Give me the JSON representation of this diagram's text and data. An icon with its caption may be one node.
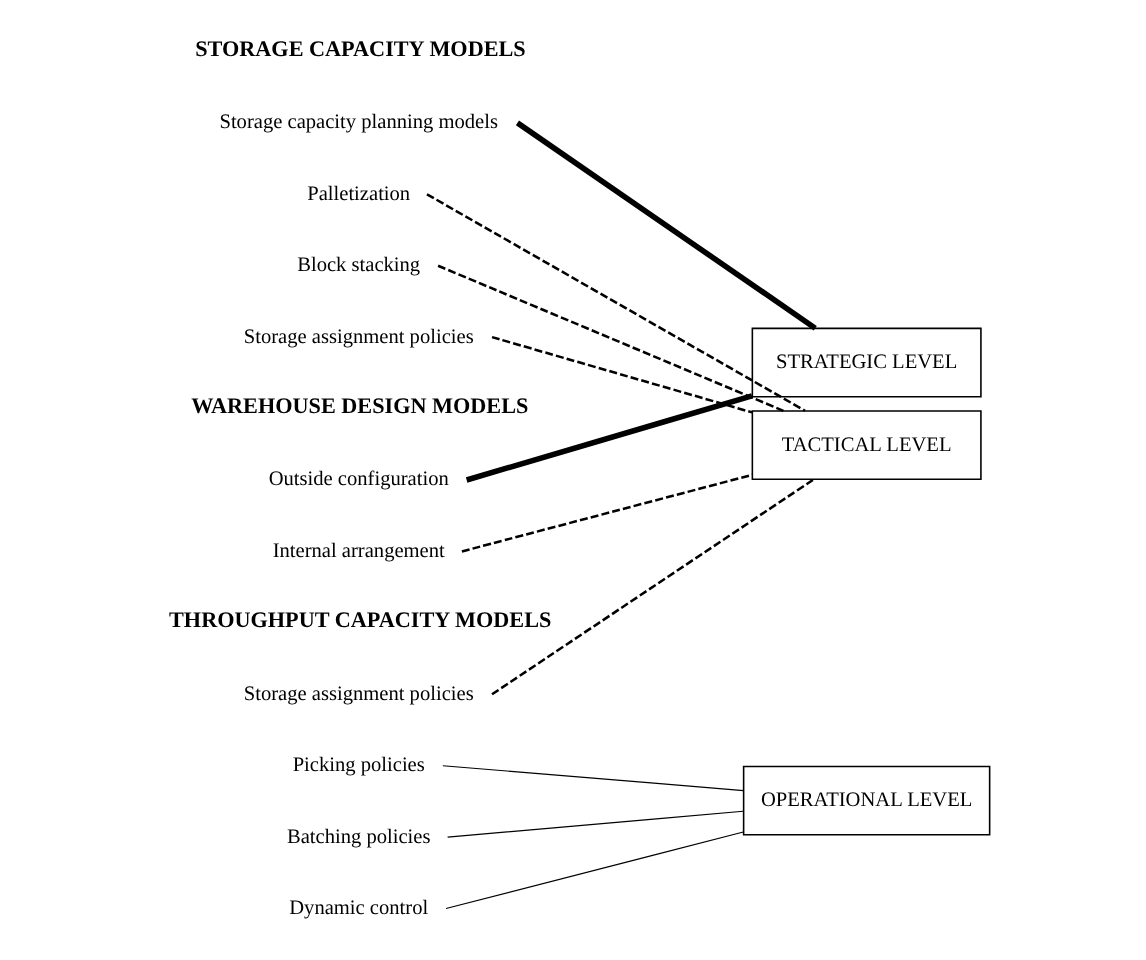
{
  "diagram": {
    "nodes": [
      {
        "text": [
          "Storage capacity planning models"
        ]
      },
      {
        "text": [
          "Palletization"
        ]
      },
      {
        "text": [
          "Block stacking"
        ]
      },
      {
        "text": [
          "Storage assignment policies"
        ]
      },
      {
        "text": [
          "Outside configuration"
        ]
      },
      {
        "text": [
          "Internal arrangement"
        ]
      },
      {
        "text": [
          "Storage assignment policies"
        ]
      },
      {
        "text": [
          "Picking policies"
        ]
      },
      {
        "text": [
          "Batching policies"
        ]
      },
      {
        "text": [
          "Dynamic control"
        ]
      },
      {
        "text": [
          "STRATEGIC LEVEL"
        ]
      },
      {
        "text": [
          "TACTICAL LEVEL"
        ]
      },
      {
        "text": [
          "OPERATIONAL LEVEL"
        ]
      }
    ],
    "edges": [
      {
        "from": 0,
        "to": 10,
        "arrow": "none",
        "style": "thick"
      },
      {
        "from": 1,
        "to": 11,
        "arrow": "none",
        "style": "dashed"
      },
      {
        "from": 2,
        "to": 11,
        "arrow": "none",
        "style": "dashed"
      },
      {
        "from": 3,
        "to": 11,
        "arrow": "none",
        "style": "dashed"
      },
      {
        "from": 4,
        "to": 10,
        "arrow": "none",
        "style": "thick"
      },
      {
        "from": 5,
        "to": 11,
        "arrow": "none",
        "style": "dashed"
      },
      {
        "from": 6,
        "to": 11,
        "arrow": "none",
        "style": "dashed"
      },
      {
        "from": 7,
        "to": 12,
        "arrow": "none"
      },
      {
        "from": 8,
        "to": 12,
        "arrow": "none"
      },
      {
        "from": 9,
        "to": 12,
        "arrow": "none"
      }
    ],
    "labels": [
      "STORAGE CAPACITY MODELS",
      "WAREHOUSE DESIGN MODELS",
      "THROUGHPUT CAPACITY MODELS"
    ]
  }
}
